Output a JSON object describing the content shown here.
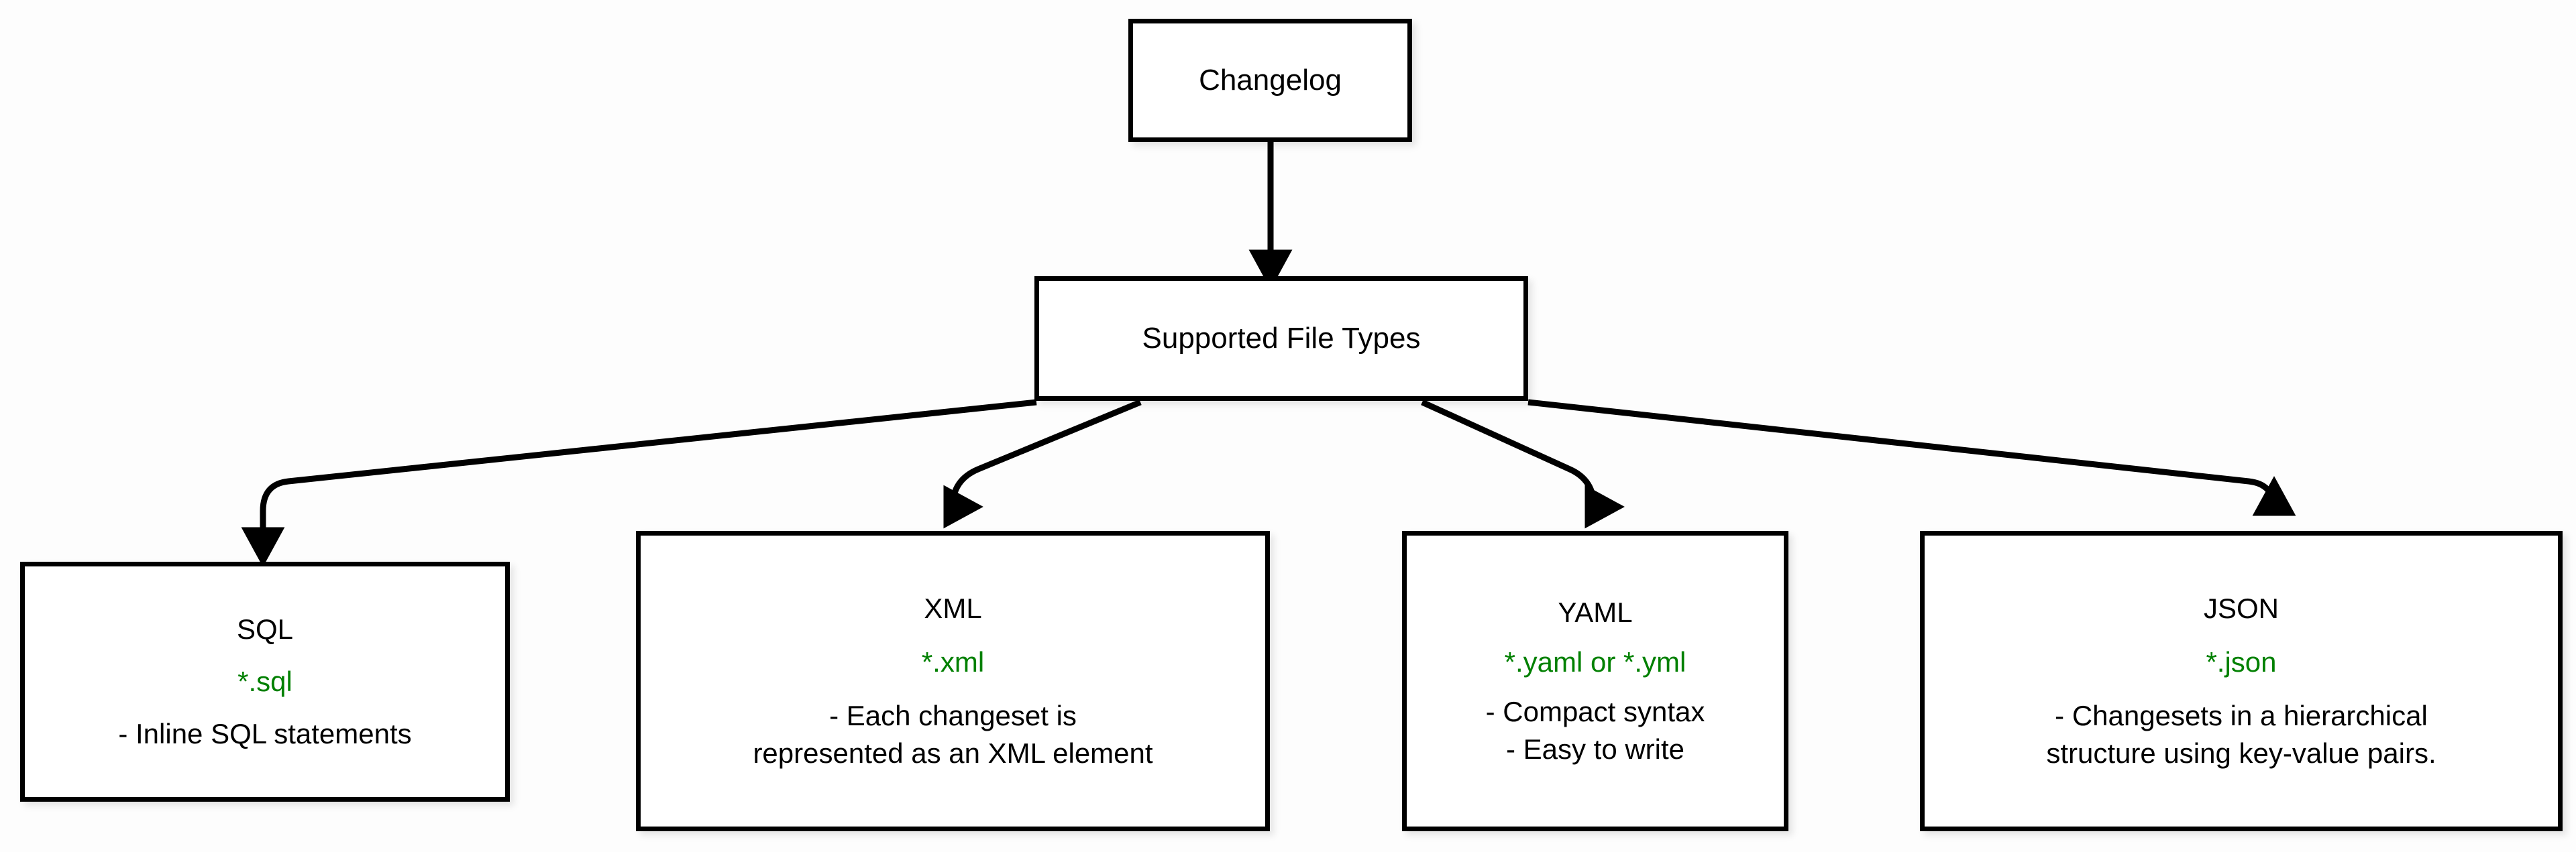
{
  "diagram": {
    "title": "Changelog Supported File Types",
    "type": "flowchart",
    "direction": "top-down",
    "colors": {
      "node_border": "#000000",
      "node_fill": "#ffffff",
      "text": "#000000",
      "extension_text": "#008000",
      "edge": "#000000",
      "background": "#fdfdfd"
    },
    "nodes": {
      "changelog": {
        "label": "Changelog"
      },
      "supported": {
        "label": "Supported File Types"
      },
      "sql": {
        "title": "SQL",
        "extensions": "*.sql",
        "bullets": [
          "- Inline SQL statements"
        ]
      },
      "xml": {
        "title": "XML",
        "extensions": "*.xml",
        "bullets": [
          "- Each changeset is",
          "represented as an XML element"
        ]
      },
      "yaml": {
        "title": "YAML",
        "extensions": "*.yaml or *.yml",
        "bullets": [
          "- Compact syntax",
          "- Easy to write"
        ]
      },
      "json": {
        "title": "JSON",
        "extensions": "*.json",
        "bullets": [
          "- Changesets in a hierarchical",
          "structure using key-value pairs."
        ]
      }
    },
    "edges": [
      {
        "from": "changelog",
        "to": "supported"
      },
      {
        "from": "supported",
        "to": "sql"
      },
      {
        "from": "supported",
        "to": "xml"
      },
      {
        "from": "supported",
        "to": "yaml"
      },
      {
        "from": "supported",
        "to": "json"
      }
    ]
  }
}
